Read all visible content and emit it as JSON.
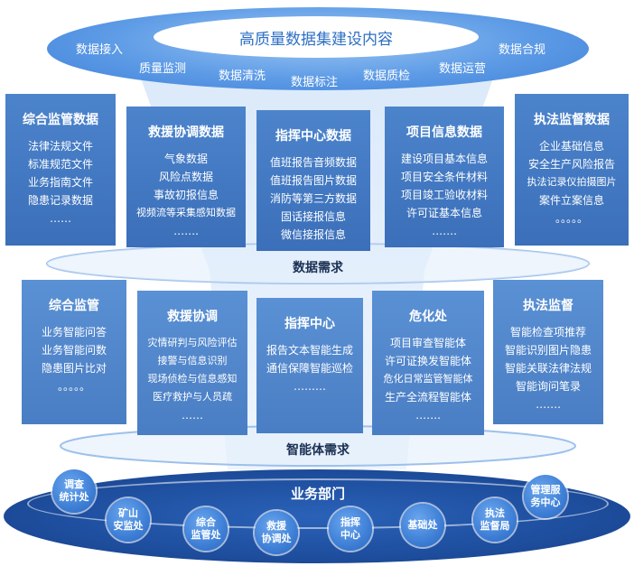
{
  "top": {
    "title": "高质量数据集建设内容",
    "items": [
      "数据接入",
      "质量监测",
      "数据清洗",
      "数据标注",
      "数据质检",
      "数据运营",
      "数据合规"
    ]
  },
  "data_panels": [
    {
      "title": "综合监管数据",
      "lines": [
        "法律法规文件",
        "标准规范文件",
        "业务指南文件",
        "隐患记录数据",
        "……"
      ]
    },
    {
      "title": "救援协调数据",
      "lines": [
        "气象数据",
        "风险点数据",
        "事故初报信息",
        "视频流等采集感知数据",
        "……."
      ]
    },
    {
      "title": "指挥中心数据",
      "lines": [
        "值班报告音频数据",
        "值班报告图片数据",
        "消防等第三方数据",
        "固话接报信息",
        "微信接报信息"
      ]
    },
    {
      "title": "项目信息数据",
      "lines": [
        "建设项目基本信息",
        "项目安全条件材料",
        "项目竣工验收材料",
        "许可证基本信息",
        "……."
      ]
    },
    {
      "title": "执法监督数据",
      "lines": [
        "企业基础信息",
        "安全生产风险报告",
        "执法记录仪拍摄图片",
        "案件立案信息",
        "。。。。。"
      ]
    }
  ],
  "data_band_label": "数据需求",
  "agent_panels": [
    {
      "title": "综合监管",
      "lines": [
        "业务智能问答",
        "业务智能问数",
        "隐患图片比对",
        "。。。。。"
      ]
    },
    {
      "title": "救援协调",
      "lines": [
        "灾情研判与风险评估",
        "接警与信息识别",
        "现场侦检与信息感知",
        "医疗救护与人员疏",
        "……"
      ]
    },
    {
      "title": "指挥中心",
      "lines": [
        "报告文本智能生成",
        "通信保障智能巡检",
        "………"
      ]
    },
    {
      "title": "危化处",
      "lines": [
        "项目审查智能体",
        "许可证换发智能体",
        "危化日常监管智能体",
        "生产全流程智能体",
        "……."
      ]
    },
    {
      "title": "执法监督",
      "lines": [
        "智能检查项推荐",
        "智能识别图片隐患",
        "智能关联法律法规",
        "智能询问笔录",
        "……."
      ]
    }
  ],
  "agent_band_label": "智能体需求",
  "bottom": {
    "title": "业务部门",
    "departments": [
      "调查\n统计处",
      "矿山\n安监处",
      "综合\n监管处",
      "救援\n协调处",
      "指挥\n中心",
      "基础处",
      "执法\n监督局",
      "管理服\n务中心"
    ]
  },
  "colors": {
    "panel": "#3f74bf",
    "ring": "#9dc0ea",
    "bottom": "#1e4e9e",
    "title_text": "#2e6fc4"
  }
}
